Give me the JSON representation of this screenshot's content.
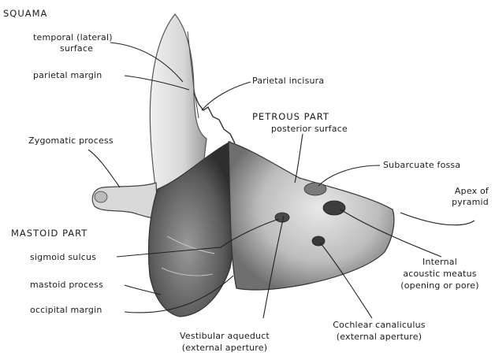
{
  "labels": {
    "squama": "SQUAMA",
    "temporal_surface_1": "temporal (lateral)",
    "temporal_surface_2": "surface",
    "parietal_margin": "parietal margin",
    "parietal_incisura": "Parietal incisura",
    "petrous_part": "PETROUS PART",
    "posterior_surface": "posterior surface",
    "zygomatic_process": "Zygomatic process",
    "subarcuate_fossa": "Subarcuate fossa",
    "apex_1": "Apex of",
    "apex_2": "pyramid",
    "mastoid_part": "MASTOID PART",
    "sigmoid_sulcus": "sigmoid sulcus",
    "mastoid_process": "mastoid process",
    "occipital_margin": "occipital margin",
    "internal_meatus_1": "Internal",
    "internal_meatus_2": "acoustic meatus",
    "internal_meatus_3": "(opening or pore)",
    "vestibular_1": "Vestibular aqueduct",
    "vestibular_2": "(external aperture)",
    "cochlear_1": "Cochlear canaliculus",
    "cochlear_2": "(external aperture)"
  }
}
